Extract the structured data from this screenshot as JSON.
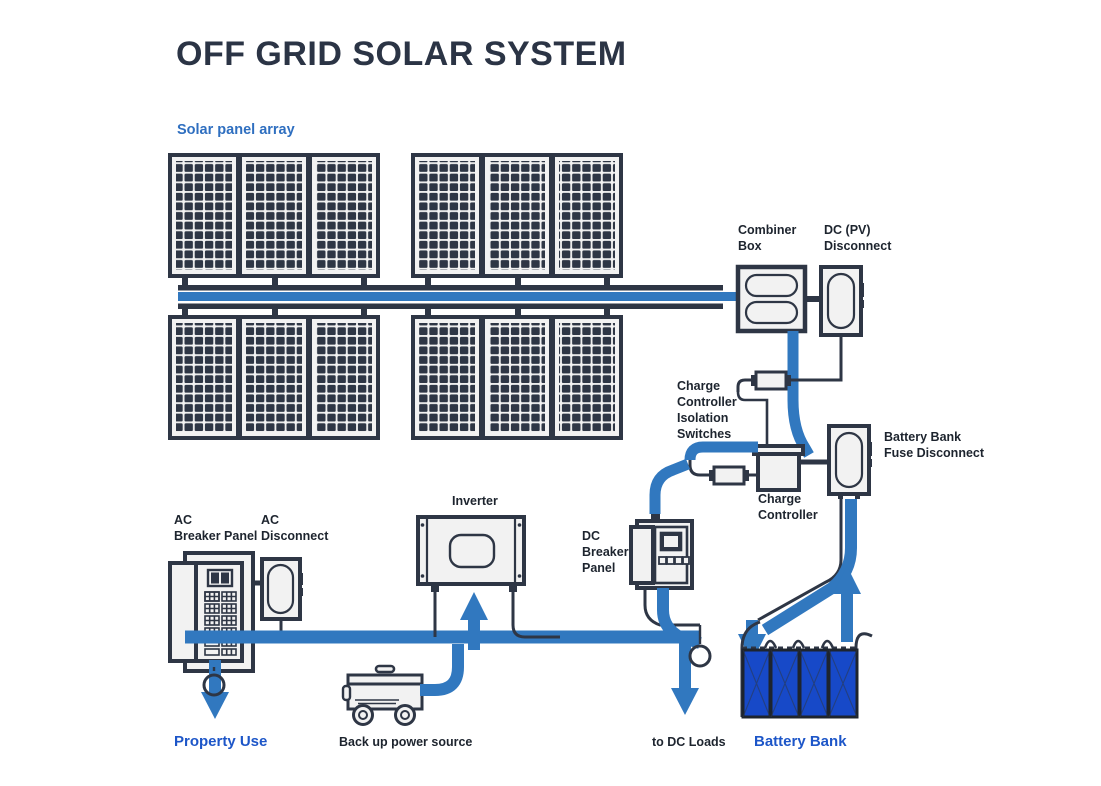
{
  "title": "OFF GRID SOLAR SYSTEM",
  "colors": {
    "dark": "#2e3645",
    "blue_cable": "#3178bf",
    "battery_blue": "#1749c8",
    "label_blue": "#1d56c8",
    "heading_blue": "#2f6fc0",
    "panel_fill": "#f2f2f2",
    "title": "#2b3445"
  },
  "labels": {
    "solar_panel_array": "Solar panel array",
    "combiner_box": "Combiner\nBox",
    "combiner_box_line1": "Combiner",
    "combiner_box_line2": "Box",
    "dc_pv_disconnect_line1": "DC (PV)",
    "dc_pv_disconnect_line2": "Disconnect",
    "charge_controller_isolation_line1": "Charge",
    "charge_controller_isolation_line2": "Controller",
    "charge_controller_isolation_line3": "Isolation",
    "charge_controller_isolation_line4": "Switches",
    "charge_controller_line1": "Charge",
    "charge_controller_line2": "Controller",
    "battery_fuse_line1": "Battery Bank",
    "battery_fuse_line2": "Fuse Disconnect",
    "ac_breaker_panel_line1": "AC",
    "ac_breaker_panel_line2": "Breaker Panel",
    "ac_disconnect_line1": "AC",
    "ac_disconnect_line2": "Disconnect",
    "inverter": "Inverter",
    "dc_breaker_panel_line1": "DC",
    "dc_breaker_panel_line2": "Breaker",
    "dc_breaker_panel_line3": "Panel",
    "property_use": "Property Use",
    "backup_power_source": "Back up power source",
    "to_dc_loads": "to DC Loads",
    "battery_bank": "Battery Bank"
  },
  "solar_array": {
    "rows": 2,
    "panels_per_row": 6,
    "groups_per_row": 2,
    "panels_per_group": 3,
    "cell_columns": 6,
    "cell_rows": 12
  },
  "battery_bank": {
    "cell_count": 4
  },
  "dc_breaker_panel": {
    "breaker_switch_count": 4
  }
}
